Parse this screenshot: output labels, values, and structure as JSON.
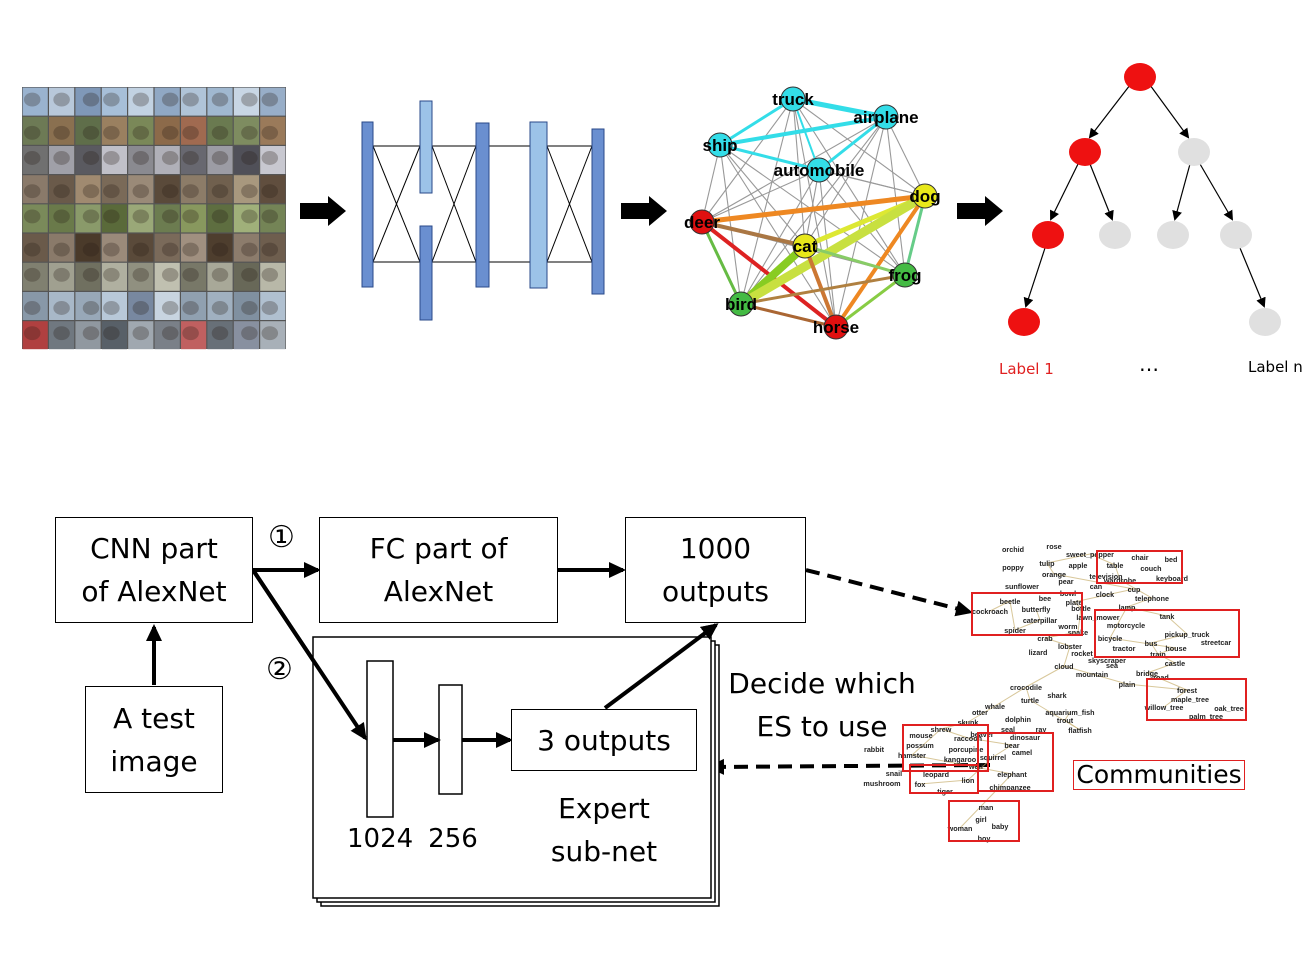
{
  "top": {
    "graph_nodes": [
      {
        "label": "truck",
        "color": "#33dde8"
      },
      {
        "label": "airplane",
        "color": "#33dde8"
      },
      {
        "label": "ship",
        "color": "#33dde8"
      },
      {
        "label": "automobile",
        "color": "#33dde8"
      },
      {
        "label": "dog",
        "color": "#e8e81a"
      },
      {
        "label": "deer",
        "color": "#e01010"
      },
      {
        "label": "cat",
        "color": "#e8e81a"
      },
      {
        "label": "frog",
        "color": "#44bb44"
      },
      {
        "label": "bird",
        "color": "#44bb44"
      },
      {
        "label": "horse",
        "color": "#e01010"
      }
    ],
    "tree_labels": {
      "left": "Label 1",
      "middle": "…",
      "right": "Label n"
    },
    "colors": {
      "cnn_layer": "#6a8fd0",
      "cnn_layer_light": "#9cc3e8",
      "tree_red": "#ee1111",
      "tree_gray": "#e0e0e0",
      "label_red": "#e02020"
    }
  },
  "bottom": {
    "cnn_box": "CNN part\nof AlexNet",
    "fc_box": "FC part of\nAlexNet",
    "outputs_box": "1000\noutputs",
    "test_image_box": "A test\nimage",
    "three_outputs_box": "3 outputs",
    "layer_1024": "1024",
    "layer_256": "256",
    "expert_label": "Expert\nsub-net",
    "decide_label": "Decide which\nES to use",
    "communities_label": "Communities",
    "marker_1": "①",
    "marker_2": "②",
    "community_words": [
      "orchid",
      "rose",
      "sweet_pepper",
      "chair",
      "bed",
      "poppy",
      "tulip",
      "apple",
      "table",
      "couch",
      "television",
      "wardrobe",
      "keyboard",
      "sunflower",
      "orange",
      "pear",
      "cup",
      "bowl",
      "can",
      "telephone",
      "beetle",
      "bee",
      "plate",
      "clock",
      "lamp",
      "cockroach",
      "butterfly",
      "bottle",
      "lawn_mower",
      "tank",
      "caterpillar",
      "worm",
      "motorcycle",
      "pickup_truck",
      "spider",
      "snake",
      "bicycle",
      "bus",
      "streetcar",
      "crab",
      "tractor",
      "house",
      "lizard",
      "lobster",
      "rocket",
      "train",
      "cloud",
      "skyscraper",
      "castle",
      "sea",
      "mountain",
      "bridge",
      "plain",
      "crocodile",
      "road",
      "shark",
      "forest",
      "turtle",
      "maple_tree",
      "whale",
      "aquarium_fish",
      "willow_tree",
      "oak_tree",
      "otter",
      "trout",
      "palm_tree",
      "skunk",
      "dolphin",
      "flatfish",
      "seal",
      "ray",
      "shrew",
      "beaver",
      "mouse",
      "raccoon",
      "dinosaur",
      "possum",
      "porcupine",
      "bear",
      "rabbit",
      "hamster",
      "camel",
      "squirrel",
      "wolf",
      "kangaroo",
      "snail",
      "leopard",
      "lion",
      "elephant",
      "mushroom",
      "fox",
      "tiger",
      "chimpanzee",
      "man",
      "girl",
      "woman",
      "baby",
      "boy"
    ],
    "colors": {
      "community_box": "#e02020"
    }
  }
}
